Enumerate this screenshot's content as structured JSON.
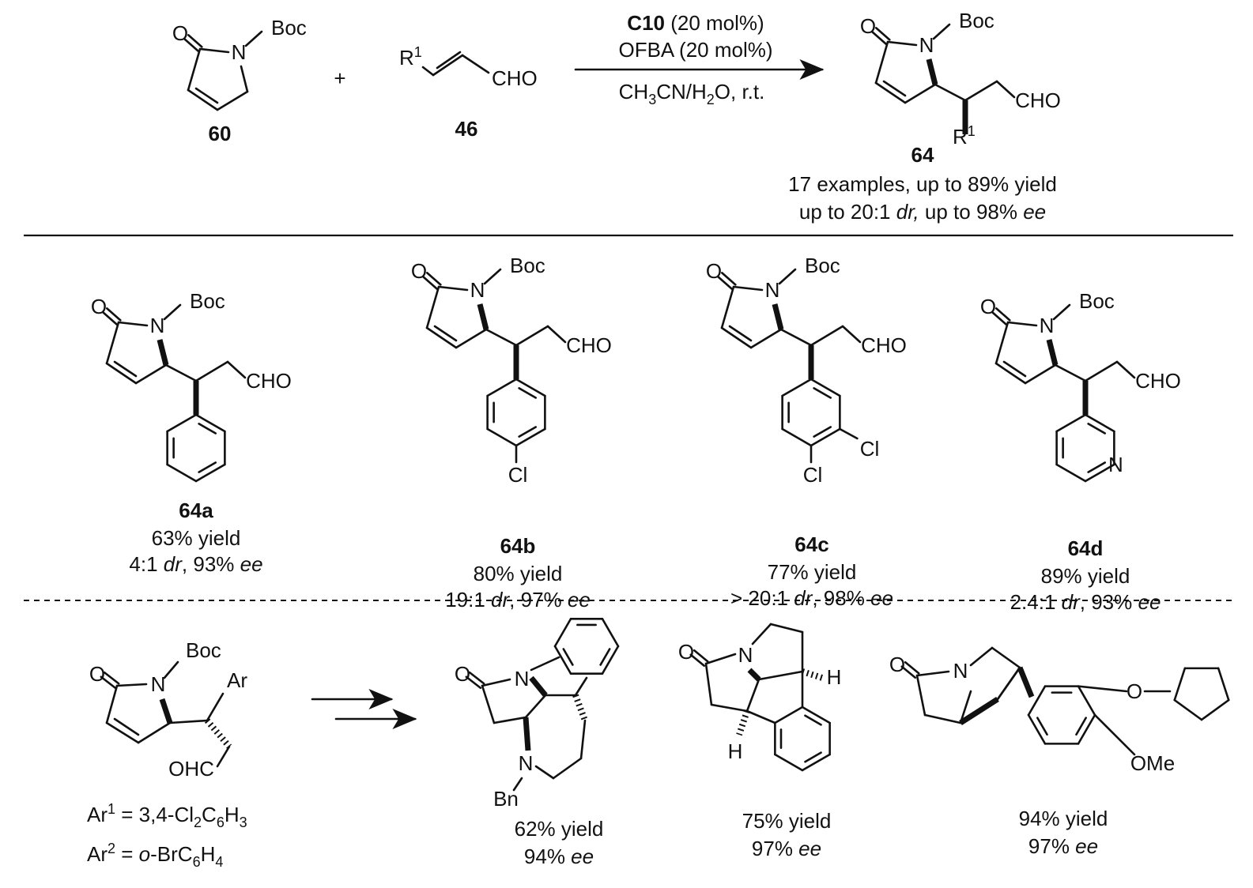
{
  "reaction": {
    "reactant_1": {
      "label": "60",
      "atoms": {
        "o": "O",
        "n": "N",
        "boc": "Boc"
      }
    },
    "plus": "+",
    "reactant_2": {
      "label": "46",
      "atoms": {
        "r": "R",
        "r_sup": "1",
        "cho": "CHO"
      }
    },
    "conditions": {
      "catalyst": "C10",
      "catalyst_loading": " (20 mol%)",
      "additive": "OFBA (20 mol%)",
      "solvent_parts": [
        "CH",
        "3",
        "CN/H",
        "2",
        "O, r.t."
      ]
    },
    "product": {
      "label": "64",
      "atoms": {
        "o": "O",
        "n": "N",
        "boc": "Boc",
        "cho": "CHO",
        "r": "R",
        "r_sup": "1"
      },
      "summary_line_1": "17 examples, up to 89% yield",
      "summary_line_2": [
        "up to 20:1 ",
        "dr,",
        " up to 98% ",
        "ee"
      ]
    }
  },
  "examples": [
    {
      "label": "64a",
      "yield": "63% yield",
      "dr": "4:1 ",
      "dr_unit": "dr",
      "ee": ", 93% ",
      "ee_unit": "ee",
      "atoms": {
        "o": "O",
        "n": "N",
        "boc": "Boc",
        "cho": "CHO"
      }
    },
    {
      "label": "64b",
      "yield": "80% yield",
      "dr": "19:1 ",
      "dr_unit": "dr",
      "ee": ", 97% ",
      "ee_unit": "ee",
      "atoms": {
        "o": "O",
        "n": "N",
        "boc": "Boc",
        "cho": "CHO",
        "cl": "Cl"
      }
    },
    {
      "label": "64c",
      "yield": "77% yield",
      "dr": "> 20:1 ",
      "dr_unit": "dr",
      "ee": ", 98% ",
      "ee_unit": "ee",
      "atoms": {
        "o": "O",
        "n": "N",
        "boc": "Boc",
        "cho": "CHO",
        "cl": "Cl",
        "cl2": "Cl"
      }
    },
    {
      "label": "64d",
      "yield": "89% yield",
      "dr": "2.4:1 ",
      "dr_unit": "dr",
      "ee": ", 93% ",
      "ee_unit": "ee",
      "atoms": {
        "o": "O",
        "n": "N",
        "boc": "Boc",
        "cho": "CHO",
        "py_n": "N"
      }
    }
  ],
  "applications": {
    "intermediate": {
      "atoms": {
        "o": "O",
        "n": "N",
        "boc": "Boc",
        "ar": "Ar",
        "ohc": "OHC"
      },
      "ar1": [
        "Ar",
        "1",
        " = 3,4-Cl",
        "2",
        "C",
        "6",
        "H",
        "3"
      ],
      "ar2": [
        "Ar",
        "2",
        " = ",
        "o",
        "-BrC",
        "6",
        "H",
        "4"
      ]
    },
    "products": [
      {
        "yield": "62% yield",
        "ee": "94% ",
        "ee_unit": "ee",
        "atoms": {
          "o": "O",
          "n1": "N",
          "n2": "N",
          "bn": "Bn"
        }
      },
      {
        "yield": "75% yield",
        "ee": "97% ",
        "ee_unit": "ee",
        "atoms": {
          "o": "O",
          "n": "N",
          "h1": "H",
          "h2": "H"
        }
      },
      {
        "yield": "94% yield",
        "ee": "97% ",
        "ee_unit": "ee",
        "atoms": {
          "o": "O",
          "n": "N",
          "o2": "O",
          "ome": "OMe"
        }
      }
    ]
  }
}
